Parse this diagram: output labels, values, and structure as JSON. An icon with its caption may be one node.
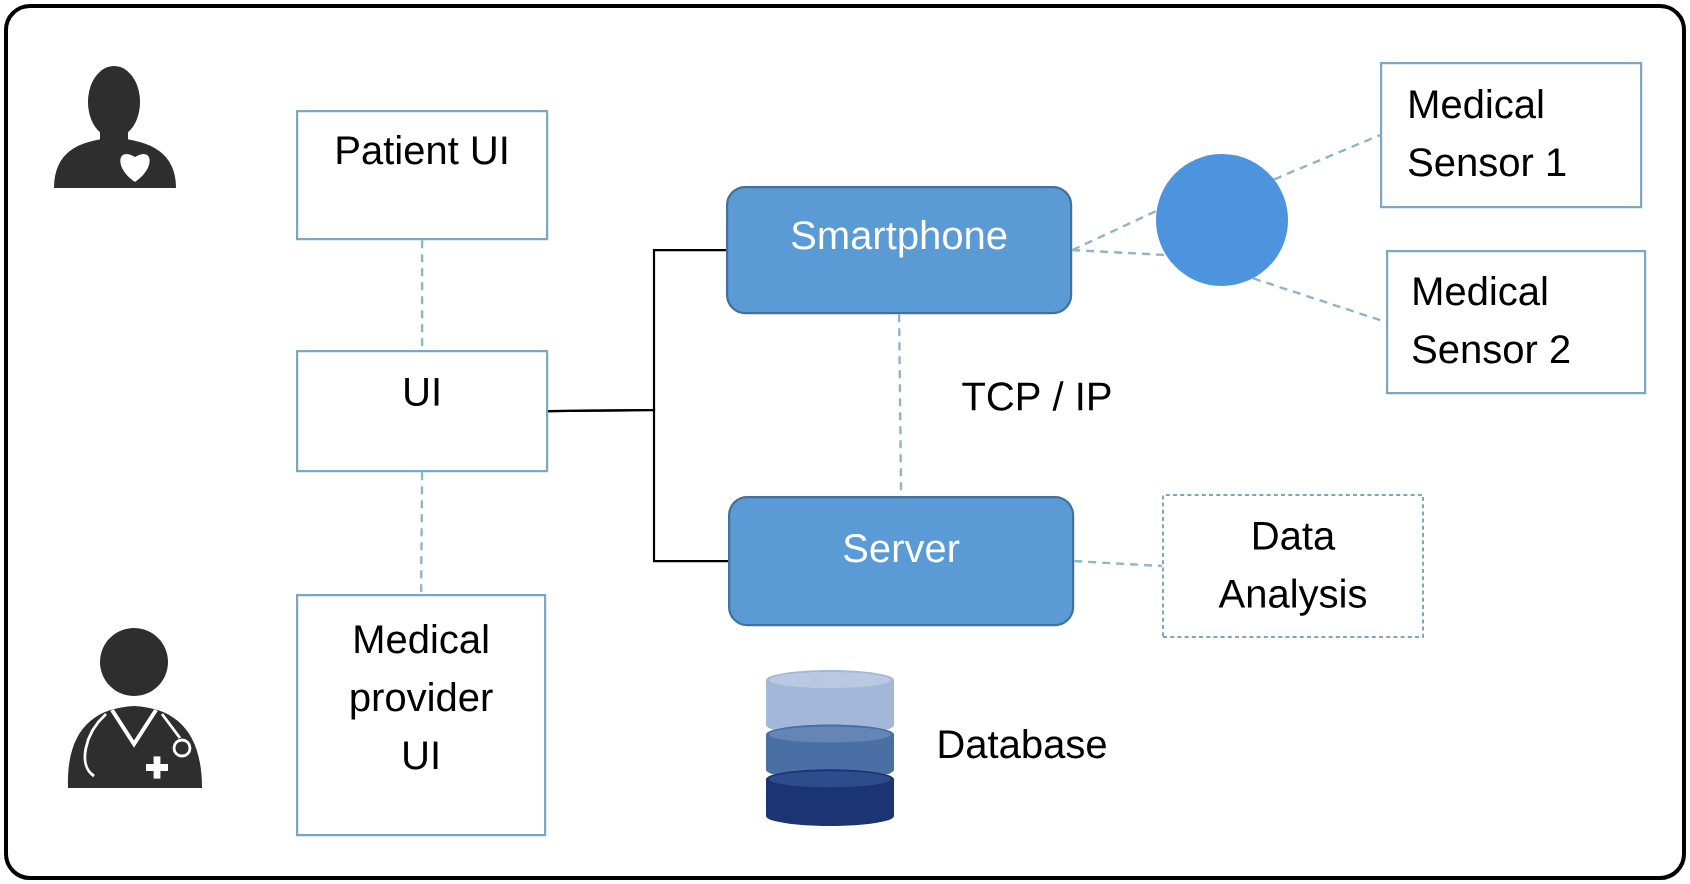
{
  "diagram": {
    "nodes": [
      {
        "text": [
          "Patient UI"
        ]
      },
      {
        "text": [
          "UI"
        ]
      },
      {
        "text": [
          "Medical provider UI"
        ]
      },
      {
        "text": [
          "Smartphone"
        ]
      },
      {
        "text": [
          "Server"
        ]
      },
      {
        "text": [],
        "shape": "circle"
      },
      {
        "text": [
          "Medical Sensor 1"
        ]
      },
      {
        "text": [
          "Medical Sensor 2"
        ]
      },
      {
        "text": [
          "Data Analysis"
        ]
      },
      {
        "text": [],
        "shape": "cylinder",
        "beside": [
          "Database"
        ]
      }
    ],
    "edges": [
      {
        "from": 0,
        "to": 1,
        "arrow": "none",
        "style": "dashed"
      },
      {
        "from": 1,
        "to": 2,
        "arrow": "none",
        "style": "dashed"
      },
      {
        "from": 1,
        "to": 3,
        "arrow": "none",
        "color": "#000000"
      },
      {
        "from": 1,
        "to": 4,
        "arrow": "none",
        "color": "#000000"
      },
      {
        "from": 3,
        "to": 4,
        "arrow": "none",
        "style": "dashed",
        "label": "TCP / IP"
      },
      {
        "from": 3,
        "to": 5,
        "arrow": "none",
        "style": "dashed"
      },
      {
        "from": 3,
        "to": 5,
        "arrow": "none",
        "style": "dashed"
      },
      {
        "from": 5,
        "to": 6,
        "arrow": "none",
        "style": "dashed"
      },
      {
        "from": 5,
        "to": 7,
        "arrow": "none",
        "style": "dashed"
      },
      {
        "from": 4,
        "to": 8,
        "arrow": "none",
        "style": "dashed"
      }
    ]
  }
}
